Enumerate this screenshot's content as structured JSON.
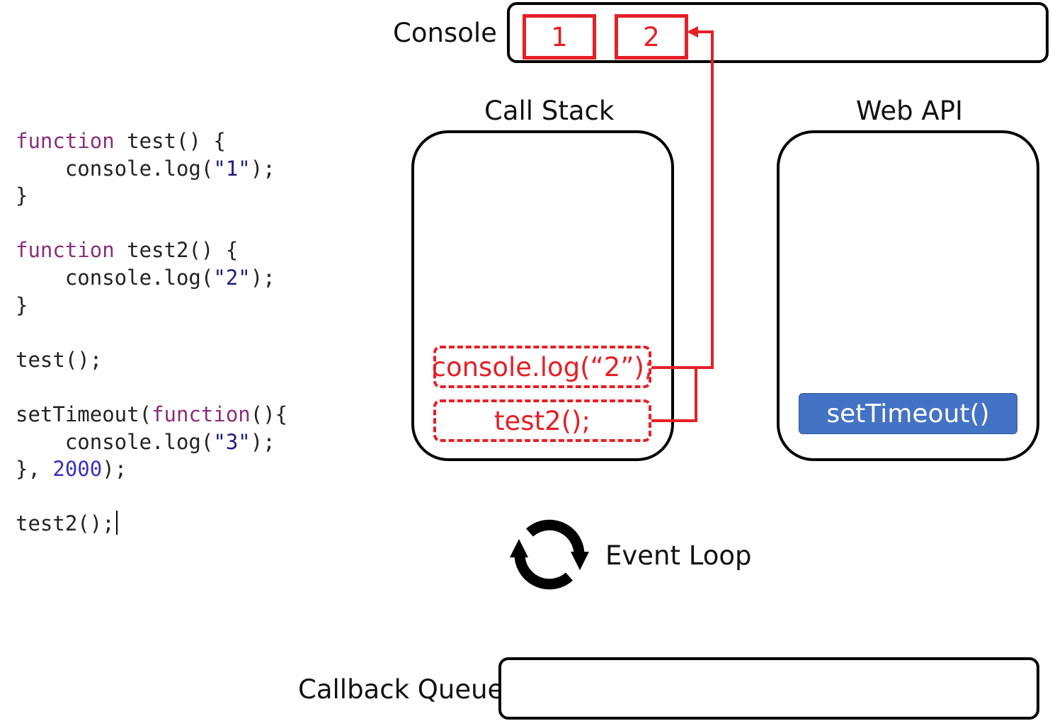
{
  "code_lines": [
    {
      "parts": [
        {
          "t": "function",
          "c": "kw"
        },
        {
          "t": " test() {",
          "c": ""
        }
      ]
    },
    {
      "parts": [
        {
          "t": "    console.log(",
          "c": ""
        },
        {
          "t": "\"1\"",
          "c": "str"
        },
        {
          "t": ");",
          "c": ""
        }
      ]
    },
    {
      "parts": [
        {
          "t": "}",
          "c": ""
        }
      ]
    },
    {
      "parts": []
    },
    {
      "parts": [
        {
          "t": "function",
          "c": "kw"
        },
        {
          "t": " test2() {",
          "c": ""
        }
      ]
    },
    {
      "parts": [
        {
          "t": "    console.log(",
          "c": ""
        },
        {
          "t": "\"2\"",
          "c": "str"
        },
        {
          "t": ");",
          "c": ""
        }
      ]
    },
    {
      "parts": [
        {
          "t": "}",
          "c": ""
        }
      ]
    },
    {
      "parts": []
    },
    {
      "parts": [
        {
          "t": "test();",
          "c": ""
        }
      ]
    },
    {
      "parts": []
    },
    {
      "parts": [
        {
          "t": "setTimeout(",
          "c": ""
        },
        {
          "t": "function",
          "c": "kw"
        },
        {
          "t": "(){",
          "c": ""
        }
      ]
    },
    {
      "parts": [
        {
          "t": "    console.log(",
          "c": ""
        },
        {
          "t": "\"3\"",
          "c": "str"
        },
        {
          "t": ");",
          "c": ""
        }
      ]
    },
    {
      "parts": [
        {
          "t": "}, ",
          "c": ""
        },
        {
          "t": "2000",
          "c": "num"
        },
        {
          "t": ");",
          "c": ""
        }
      ]
    },
    {
      "parts": []
    },
    {
      "parts": [
        {
          "t": "test2();",
          "c": ""
        }
      ],
      "cursor": true
    }
  ],
  "labels": {
    "console": "Console",
    "call_stack": "Call Stack",
    "web_api": "Web API",
    "event_loop": "Event Loop",
    "callback_queue": "Callback Queue"
  },
  "console_output": [
    "1",
    "2"
  ],
  "call_stack_frames": [
    "console.log(“2”);",
    "test2();"
  ],
  "web_api_items": [
    "setTimeout()"
  ],
  "colors": {
    "highlight": "#e61f26",
    "api_fill": "#4472c4",
    "keyword": "#8b2f7a",
    "string": "#1c1c80",
    "number": "#3a2fc0"
  },
  "icons": {
    "event_loop": "refresh-cycle-icon"
  }
}
